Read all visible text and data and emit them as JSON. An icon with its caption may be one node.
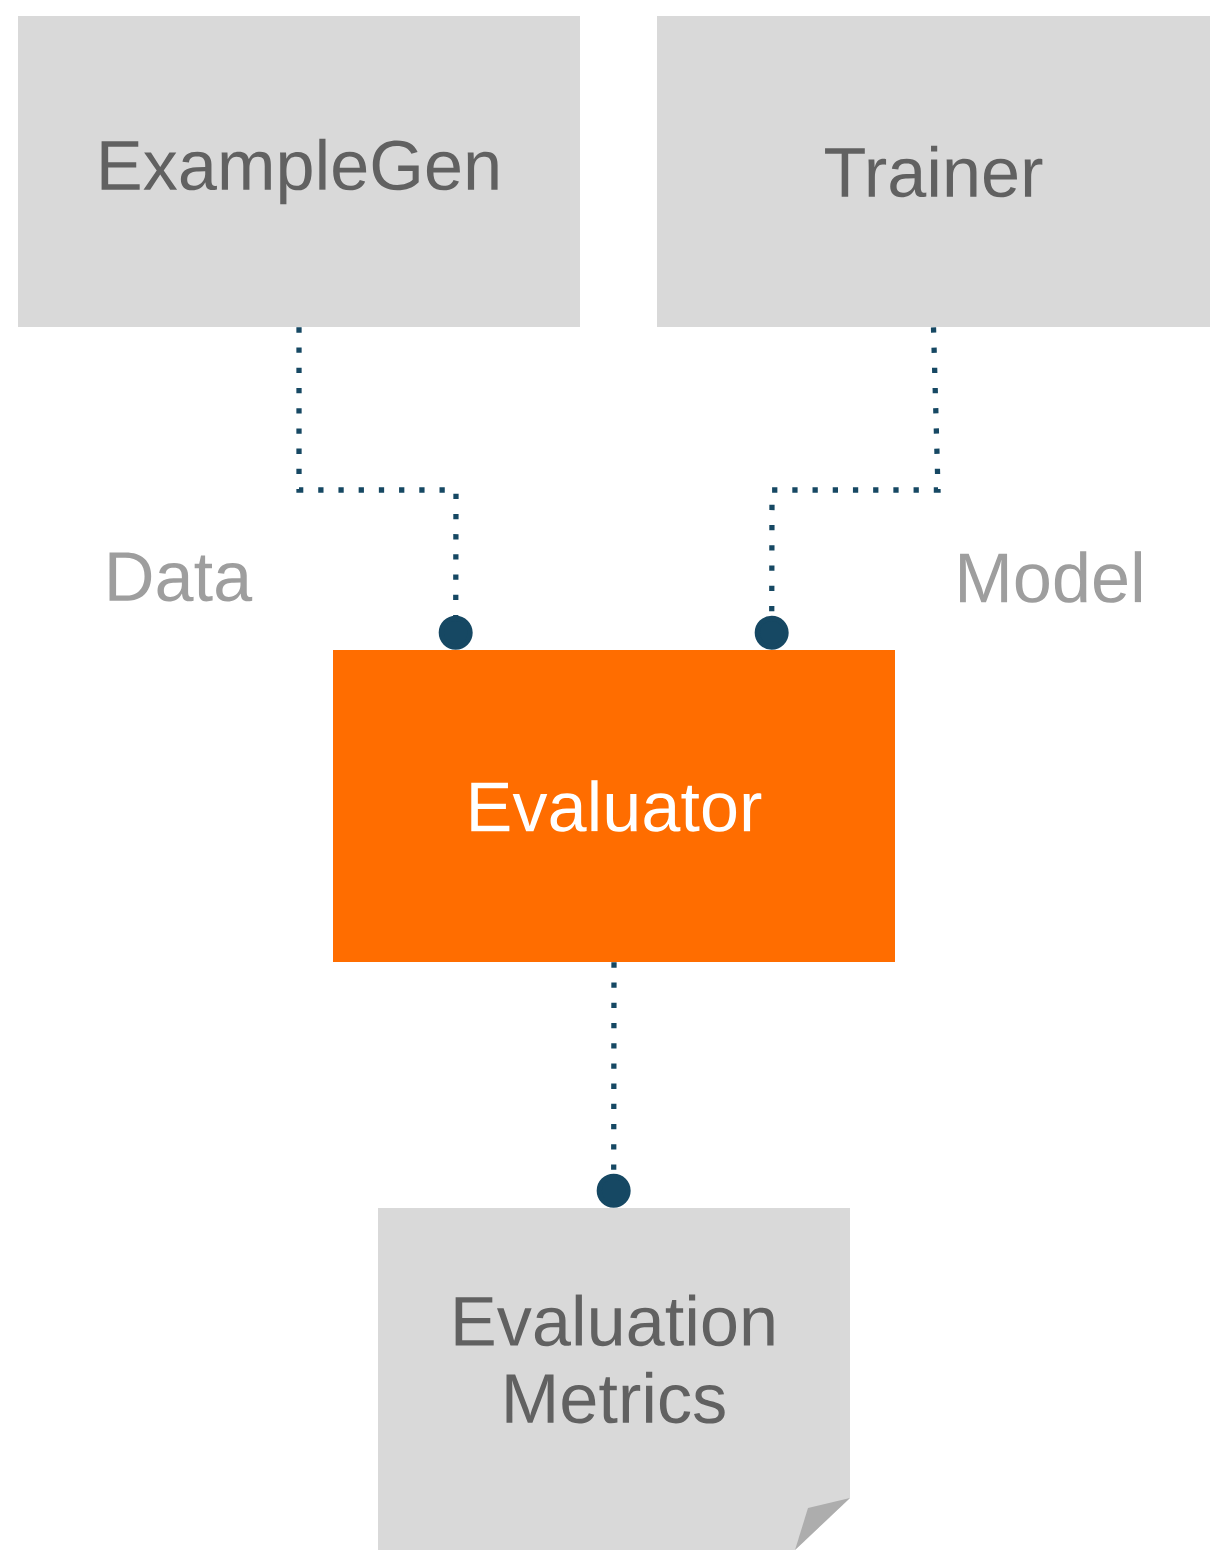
{
  "diagram": {
    "nodes": [
      {
        "text": [
          "ExampleGen"
        ]
      },
      {
        "text": [
          "Trainer"
        ]
      },
      {
        "text": [
          "Evaluator"
        ]
      },
      {
        "text": [
          "Evaluation Metrics"
        ]
      }
    ],
    "edges": [
      {
        "from": 0,
        "to": 2,
        "arrow": "other"
      },
      {
        "from": 1,
        "to": 2,
        "arrow": "other"
      },
      {
        "from": 2,
        "to": 3,
        "arrow": "other"
      }
    ],
    "labels": [
      "Data",
      "Model"
    ]
  }
}
